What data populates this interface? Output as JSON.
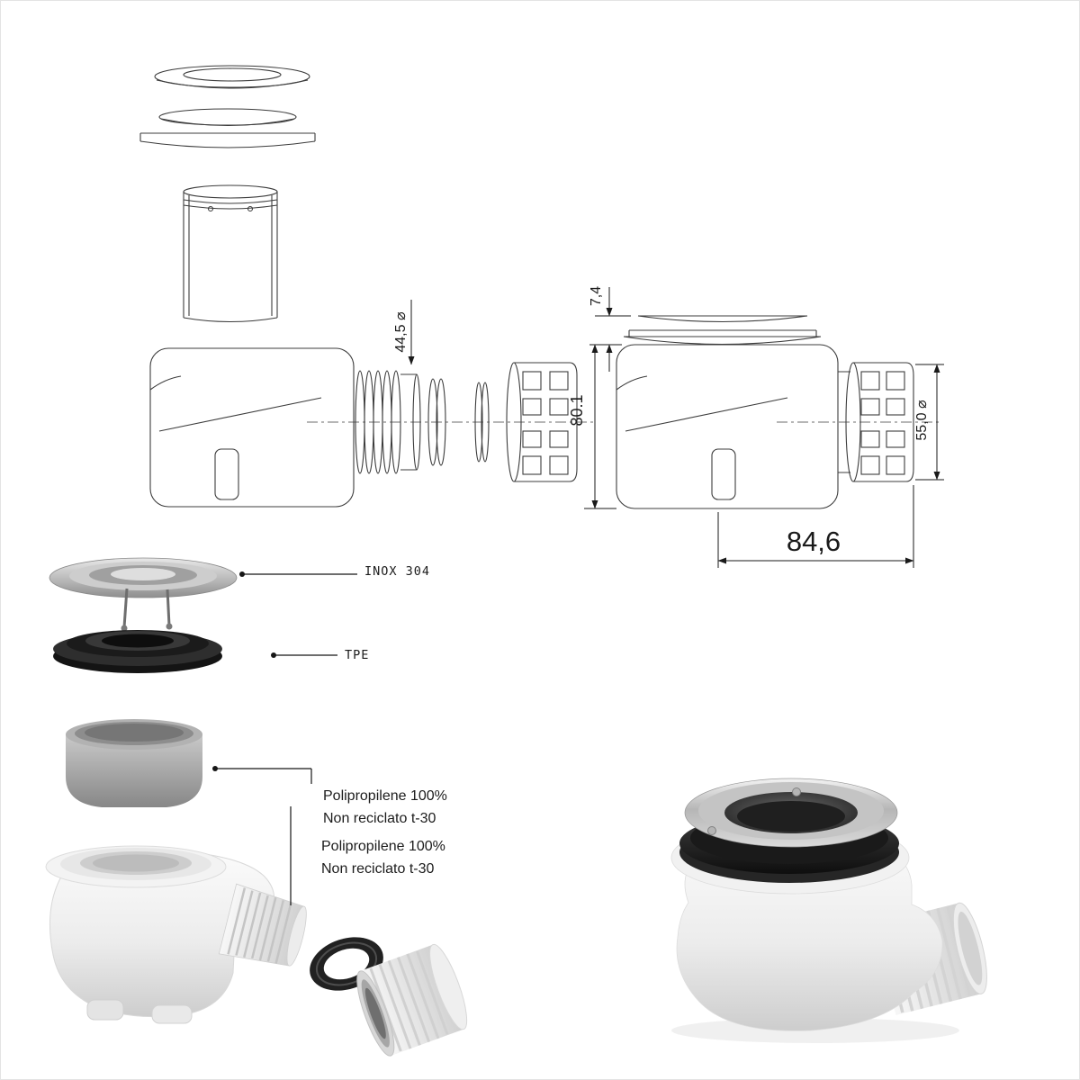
{
  "dim_labels": {
    "pipe_diameter": "44,5 ⌀",
    "flange_height": "7,4",
    "body_height": "80.1",
    "nut_diameter": "55,0 ⌀",
    "overall_width": "84,6"
  },
  "material_labels": {
    "grate": "INOX 304",
    "gasket": "TPE",
    "cup_line1": "Polipropilene 100%",
    "cup_line2": "Non reciclato t-30",
    "body_line1": "Polipropilene 100%",
    "body_line2": "Non reciclato t-30"
  },
  "colors": {
    "background": "#ffffff",
    "line": "#3c3c3c",
    "dimension_text": "#1a1a1a",
    "steel": "#bdbdbd",
    "rubber_black": "#1e1e1e",
    "plastic_gray": "#a6a6a6",
    "plastic_white": "#f0f0f0"
  }
}
